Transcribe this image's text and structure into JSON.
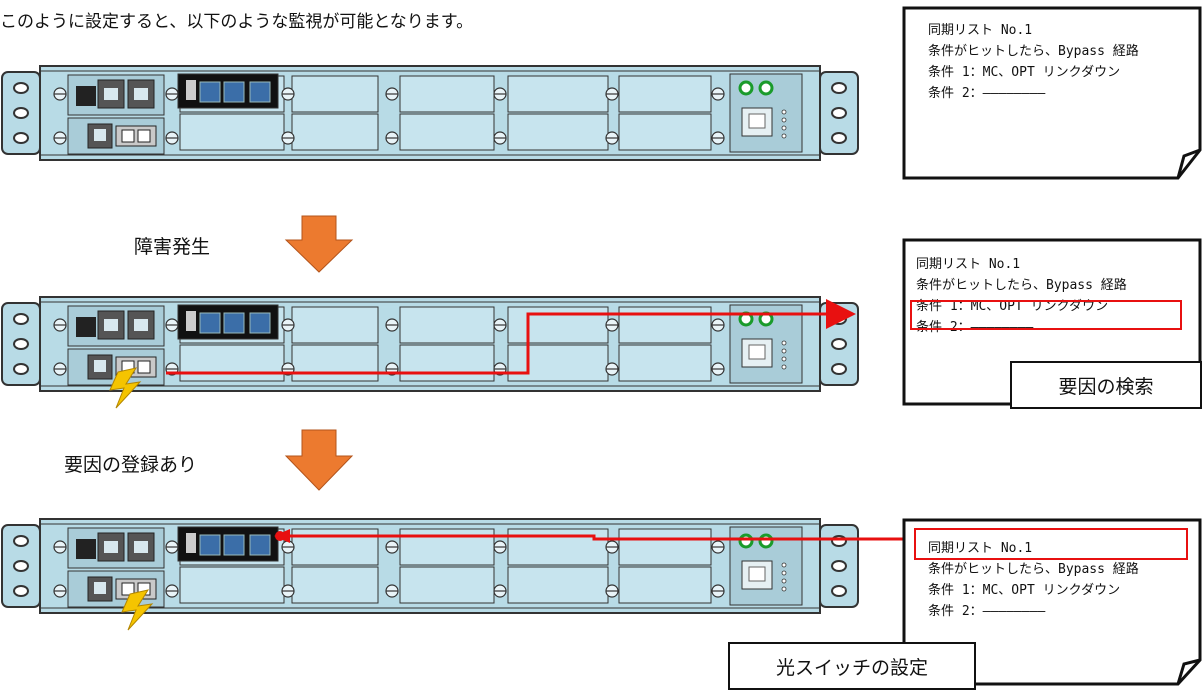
{
  "intro_text": "このように設定すると、以下のような監視が可能となります。",
  "labels": {
    "fault": "障害発生",
    "registered": "要因の登録あり",
    "search": "要因の検索",
    "switch_setting": "光スイッチの設定"
  },
  "sync_list": {
    "line1": "同期リスト No.1",
    "line2": "条件がヒットしたら、Bypass 経路",
    "line3": "条件 1：MC、OPT リンクダウン",
    "line4": "条件 2：――――――――"
  },
  "colors": {
    "chassis": "#b8dbe6",
    "arrow": "#ec7a2f",
    "highlight": "#e81010",
    "bolt": "#f5c400"
  }
}
